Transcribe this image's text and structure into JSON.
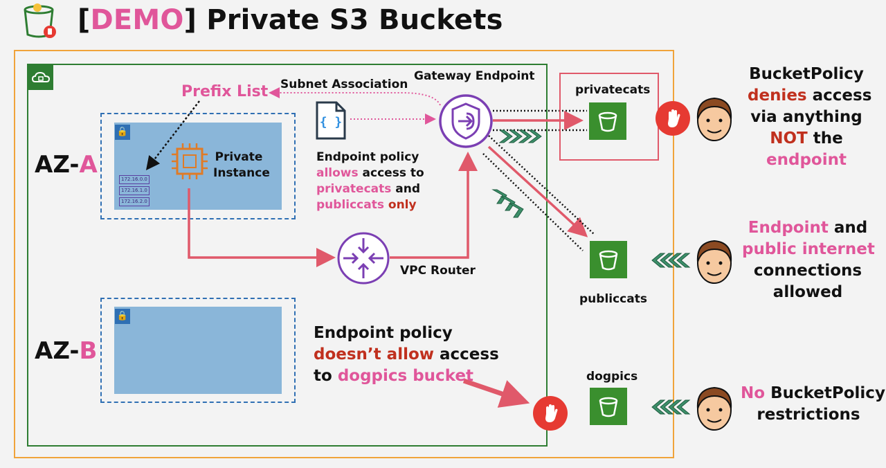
{
  "title": {
    "bracket_open": "[",
    "demo": "DEMO",
    "bracket_close": "]",
    "rest": " Private S3 Buckets"
  },
  "az_a": {
    "prefix": "AZ-",
    "letter": "A"
  },
  "az_b": {
    "prefix": "AZ-",
    "letter": "B"
  },
  "prefix_list": "Prefix List",
  "subnet_association": "Subnet Association",
  "gateway_endpoint": "Gateway Endpoint",
  "private_instance": {
    "line1": "Private",
    "line2": "Instance"
  },
  "route_entries": [
    "172.16.0.0",
    "172.16.1.0",
    "172.16.2.0"
  ],
  "endpoint_policy_note": {
    "line1": "Endpoint policy",
    "line2_a": "allows",
    "line2_b": " access to",
    "line3_a": "privatecats",
    "line3_b": " and",
    "line4_a": "publiccats",
    "line4_b": " only"
  },
  "vpc_router": "VPC Router",
  "deny_note": {
    "line1": "Endpoint policy",
    "line2_a": "doesn’t allow",
    "line2_b": " access",
    "line3_a": "to ",
    "line3_b": "dogpics bucket"
  },
  "buckets": {
    "privatecats": "privatecats",
    "publiccats": "publiccats",
    "dogpics": "dogpics"
  },
  "right_notes": {
    "privatecats": {
      "line1": "BucketPolicy",
      "line2_a": "denies",
      "line2_b": " access",
      "line3": "via anything",
      "line4_a": "NOT",
      "line4_b": " the",
      "line5": "endpoint"
    },
    "publiccats": {
      "line1_a": "Endpoint",
      "line1_b": " and",
      "line2": "public internet",
      "line3": "connections",
      "line4": "allowed"
    },
    "dogpics": {
      "line1_a": "No",
      "line1_b": " BucketPolicy",
      "line2": "restrictions"
    }
  },
  "icons": {
    "header": "s3-bucket-stop-icon",
    "vpc": "vpc-cloud-icon",
    "subnet_lock": "lock-icon",
    "instance": "ec2-chip-icon",
    "policy_doc": "policy-document-icon",
    "gateway": "gateway-endpoint-shield-icon",
    "router": "router-icon",
    "bucket": "s3-bucket-icon",
    "stop": "stop-hand-icon",
    "user": "user-face-icon"
  },
  "colors": {
    "region_border": "#f0a33a",
    "vpc_border": "#2e7d32",
    "subnet": "#8ab6d9",
    "accent_pink": "#e0569a",
    "accent_red": "#c0301e",
    "flow_arrow": "#e0596a",
    "bucket": "#3a8f2e",
    "gateway": "#7b3fb3",
    "chevron": "#3d8f6a",
    "stop": "#e63a32"
  }
}
